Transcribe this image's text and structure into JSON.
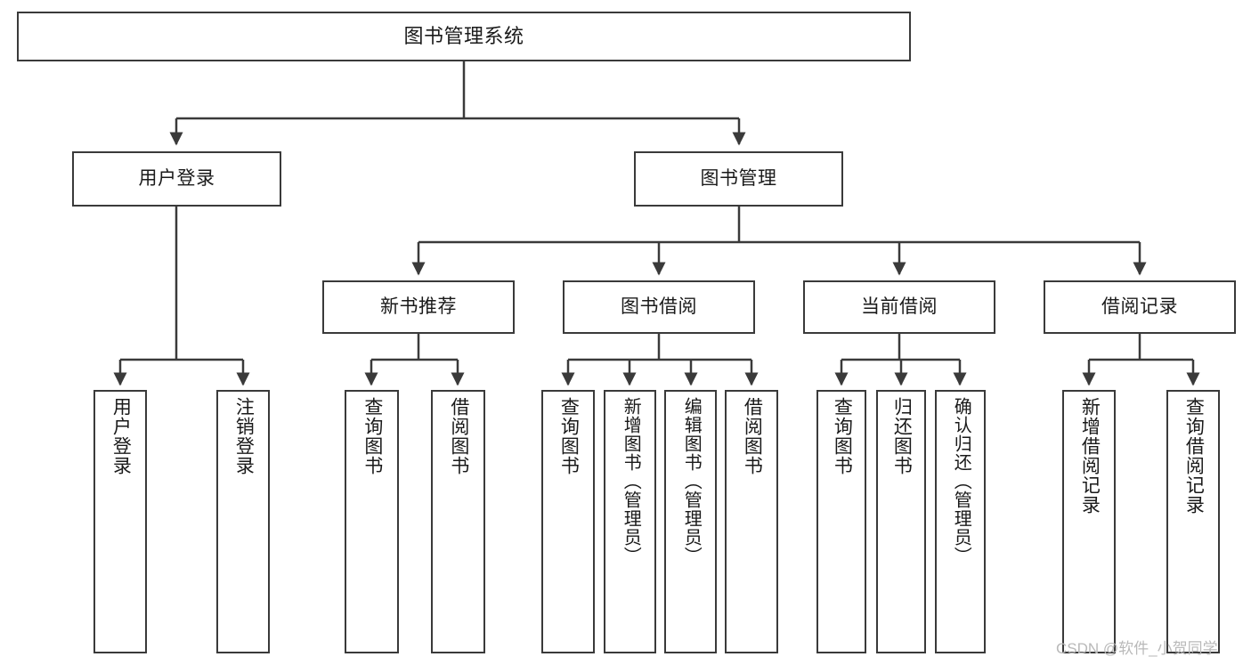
{
  "diagram": {
    "title": "图书管理系统",
    "type": "tree-hierarchy",
    "watermark": "CSDN @软件_小贺同学",
    "colors": {
      "box_border": "#3a3a3a",
      "box_fill": "#ffffff",
      "edge": "#3a3a3a",
      "text": "#1a1a1a",
      "watermark": "#b9b9b9"
    }
  },
  "nodes": {
    "root": {
      "label": "图书管理系统"
    },
    "level2": [
      {
        "label": "用户登录"
      },
      {
        "label": "图书管理"
      }
    ],
    "level3": [
      {
        "label": "新书推荐"
      },
      {
        "label": "图书借阅"
      },
      {
        "label": "当前借阅"
      },
      {
        "label": "借阅记录"
      }
    ],
    "leaves": {
      "user_login": [
        {
          "label": "用户登录"
        },
        {
          "label": "注销登录"
        }
      ],
      "new_book_recommend": [
        {
          "label": "查询图书"
        },
        {
          "label": "借阅图书"
        }
      ],
      "book_borrow": [
        {
          "label": "查询图书"
        },
        {
          "label": "新增图书（管理员）"
        },
        {
          "label": "编辑图书（管理员）"
        },
        {
          "label": "借阅图书"
        }
      ],
      "current_borrow": [
        {
          "label": "查询图书"
        },
        {
          "label": "归还图书"
        },
        {
          "label": "确认归还（管理员）"
        }
      ],
      "borrow_record": [
        {
          "label": "新增借阅记录"
        },
        {
          "label": "查询借阅记录"
        }
      ]
    }
  }
}
